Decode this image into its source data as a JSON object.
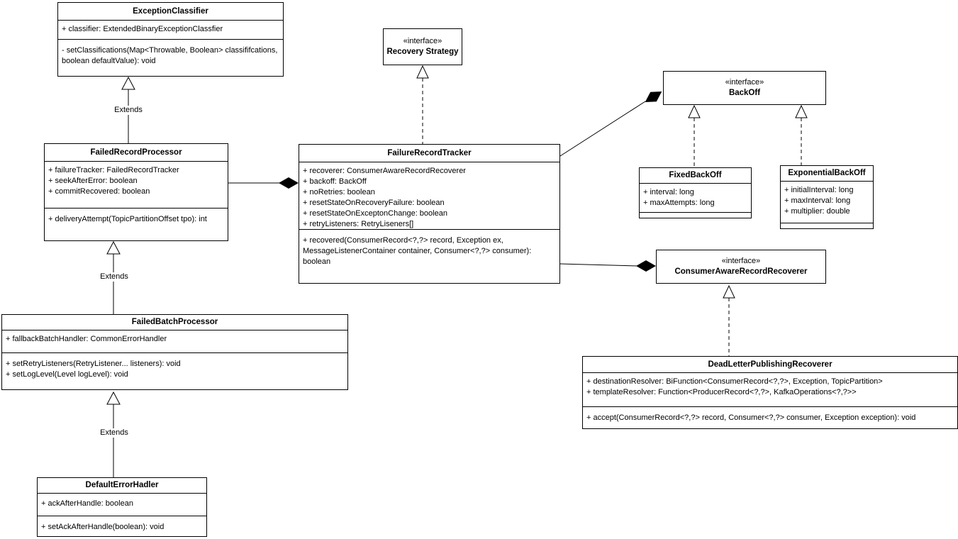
{
  "diagram": {
    "extends_label": "Extends",
    "interface_stereotype": "«interface»",
    "background_color": "#ffffff",
    "line_color": "#000000"
  },
  "classes": {
    "exception_classifier": {
      "title": "ExceptionClassifier",
      "attributes": [
        "+ classifier: ExtendedBinaryExceptionClassfier"
      ],
      "methods": [
        "- setClassifications(Map<Throwable, Boolean> classififcations, boolean defaultValue): void"
      ]
    },
    "failed_record_processor": {
      "title": "FailedRecordProcessor",
      "attributes": [
        "+ failureTracker: FailedRecordTracker",
        "+ seekAfterError: boolean",
        "+ commitRecovered: boolean"
      ],
      "methods": [
        "+ deliveryAttempt(TopicPartitionOffset tpo): int"
      ]
    },
    "failure_record_tracker": {
      "title": "FailureRecordTracker",
      "attributes": [
        "+ recoverer: ConsumerAwareRecordRecoverer",
        "+ backoff: BackOff",
        "+ noRetries: boolean",
        "+ resetStateOnRecoveryFailure: boolean",
        "+ resetStateOnExceptonChange: boolean",
        "+ retryListeners: RetryLiseners[]"
      ],
      "methods": [
        "+ recovered(ConsumerRecord<?,?> record, Exception ex, MessageListenerContainer container, Consumer<?,?> consumer): boolean"
      ]
    },
    "recovery_strategy": {
      "title": "Recovery Strategy"
    },
    "backoff": {
      "title": "BackOff"
    },
    "fixed_backoff": {
      "title": "FixedBackOff",
      "attributes": [
        "+ interval: long",
        "+ maxAttempts: long"
      ]
    },
    "exponential_backoff": {
      "title": "ExponentialBackOff",
      "attributes": [
        "+ initialInterval: long",
        "+ maxInterval: long",
        "+ multiplier: double"
      ]
    },
    "consumer_aware_record_recoverer": {
      "title": "ConsumerAwareRecordRecoverer"
    },
    "dead_letter_publishing_recoverer": {
      "title": "DeadLetterPublishingRecoverer",
      "attributes": [
        "+ destinationResolver: BiFunction<ConsumerRecord<?,?>, Exception, TopicPartition>",
        "+ templateResolver: Function<ProducerRecord<?,?>, KafkaOperations<?,?>>"
      ],
      "methods": [
        "+ accept(ConsumerRecord<?,?> record, Consumer<?,?> consumer, Exception exception): void"
      ]
    },
    "failed_batch_processor": {
      "title": "FailedBatchProcessor",
      "attributes": [
        "+ fallbackBatchHandler: CommonErrorHandler"
      ],
      "methods": [
        "+ setRetryListeners(RetryListener... listeners): void",
        "+ setLogLevel(Level logLevel): void"
      ]
    },
    "default_error_hadler": {
      "title": "DefaultErrorHadler",
      "attributes": [
        "+ ackAfterHandle: boolean"
      ],
      "methods": [
        "+ setAckAfterHandle(boolean): void"
      ]
    }
  }
}
